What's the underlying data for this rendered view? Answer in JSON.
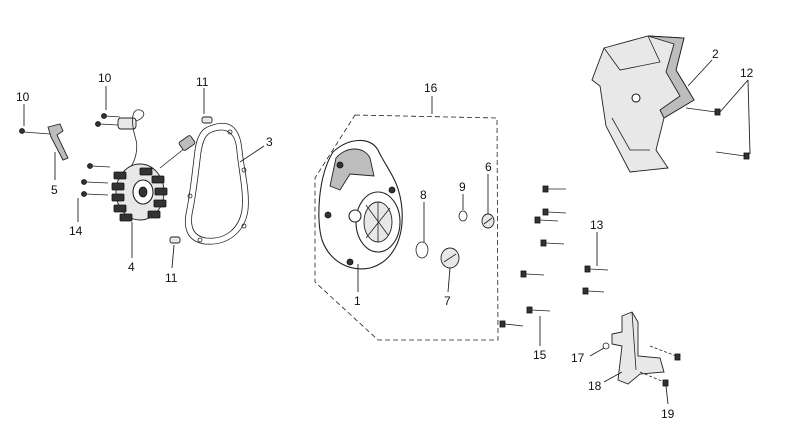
{
  "callouts": {
    "c1": "1",
    "c2": "2",
    "c3": "3",
    "c4": "4",
    "c5": "5",
    "c6": "6",
    "c7": "7",
    "c8": "8",
    "c9": "9",
    "c10a": "10",
    "c10b": "10",
    "c11a": "11",
    "c11b": "11",
    "c12": "12",
    "c13": "13",
    "c14": "14",
    "c15": "15",
    "c16": "16",
    "c17": "17",
    "c18": "18",
    "c19": "19"
  },
  "colors": {
    "line": "#222222",
    "fill_dark": "#333333",
    "fill_mid": "#bdbdbd",
    "background": "#ffffff"
  }
}
